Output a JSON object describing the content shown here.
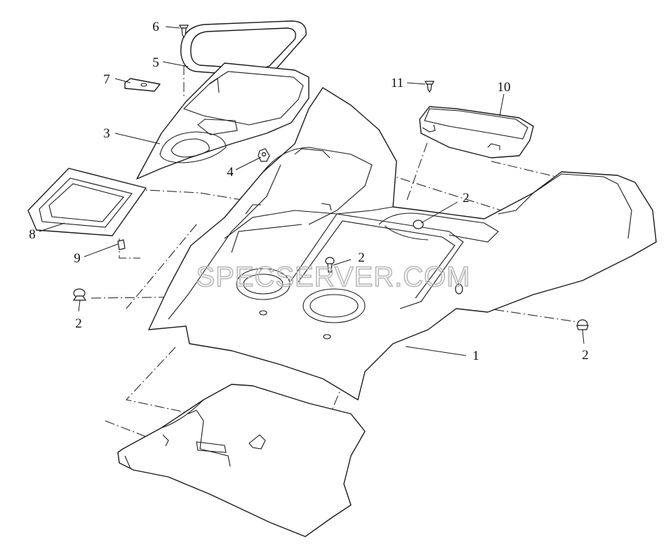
{
  "watermark": "SPECSERVER.COM",
  "callouts": [
    {
      "id": "callout-1",
      "text": "1"
    },
    {
      "id": "callout-2a",
      "text": "2"
    },
    {
      "id": "callout-2b",
      "text": "2"
    },
    {
      "id": "callout-2c",
      "text": "2"
    },
    {
      "id": "callout-2d",
      "text": "2"
    },
    {
      "id": "callout-3",
      "text": "3"
    },
    {
      "id": "callout-4",
      "text": "4"
    },
    {
      "id": "callout-5",
      "text": "5"
    },
    {
      "id": "callout-6",
      "text": "6"
    },
    {
      "id": "callout-7",
      "text": "7"
    },
    {
      "id": "callout-8",
      "text": "8"
    },
    {
      "id": "callout-9",
      "text": "9"
    },
    {
      "id": "callout-10",
      "text": "10"
    },
    {
      "id": "callout-11",
      "text": "11"
    }
  ],
  "colors": {
    "line": "#1a1a1a",
    "watermark": "#b8b8b8",
    "background": "#ffffff"
  }
}
